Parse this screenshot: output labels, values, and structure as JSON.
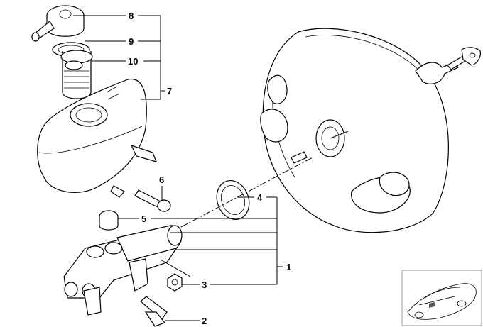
{
  "callouts": {
    "c8": "8",
    "c9": "9",
    "c10": "10",
    "c7": "7",
    "c6": "6",
    "c4": "4",
    "c5": "5",
    "c1": "1",
    "c3": "3",
    "c2": "2"
  },
  "colors": {
    "line": "#000000",
    "fill": "#ffffff",
    "thumb_border": "#999999"
  }
}
